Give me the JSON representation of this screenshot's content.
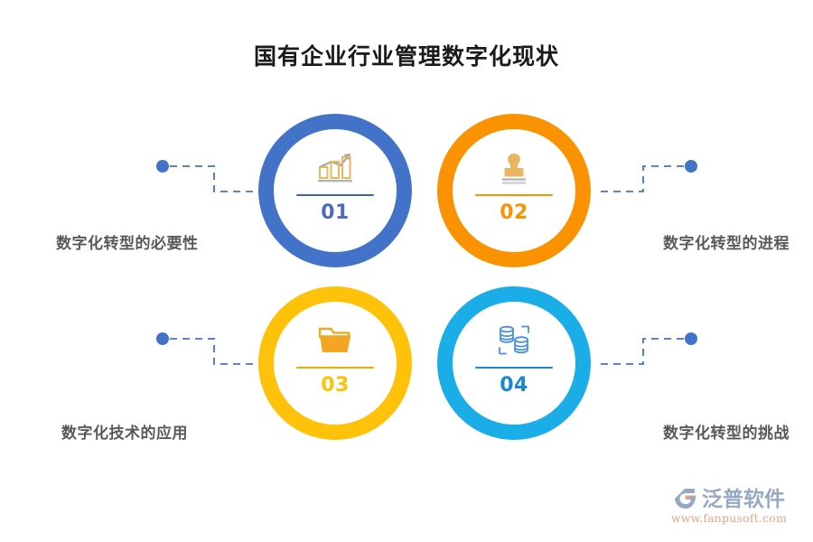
{
  "header": {
    "title": "国有企业行业管理数字化现状"
  },
  "colors": {
    "node1": "#4273c8",
    "node2": "#fb9201",
    "node3": "#ffc20a",
    "node4": "#1aade8",
    "connector": "#4273c8",
    "label_text": "#59595b",
    "title_text": "#1a1a1a",
    "background": "#ffffff"
  },
  "nodes": [
    {
      "number": "01",
      "label": "数字化转型的必要性",
      "icon": "bar-chart-growth-icon",
      "ring_color": "#4273c8",
      "position": "top-left",
      "label_side": "left"
    },
    {
      "number": "02",
      "label": "数字化转型的进程",
      "icon": "stamp-seal-icon",
      "ring_color": "#fb9201",
      "position": "top-right",
      "label_side": "right"
    },
    {
      "number": "03",
      "label": "数字化技术的应用",
      "icon": "open-folder-icon",
      "ring_color": "#ffc20a",
      "position": "bottom-left",
      "label_side": "left"
    },
    {
      "number": "04",
      "label": "数字化转型的挑战",
      "icon": "database-stack-icon",
      "ring_color": "#1aade8",
      "position": "bottom-right",
      "label_side": "right"
    }
  ],
  "watermark": {
    "brand": "泛普软件",
    "url": "www.fanpusoft.com",
    "logo_icon": "fanpu-swirl-logo-icon"
  }
}
